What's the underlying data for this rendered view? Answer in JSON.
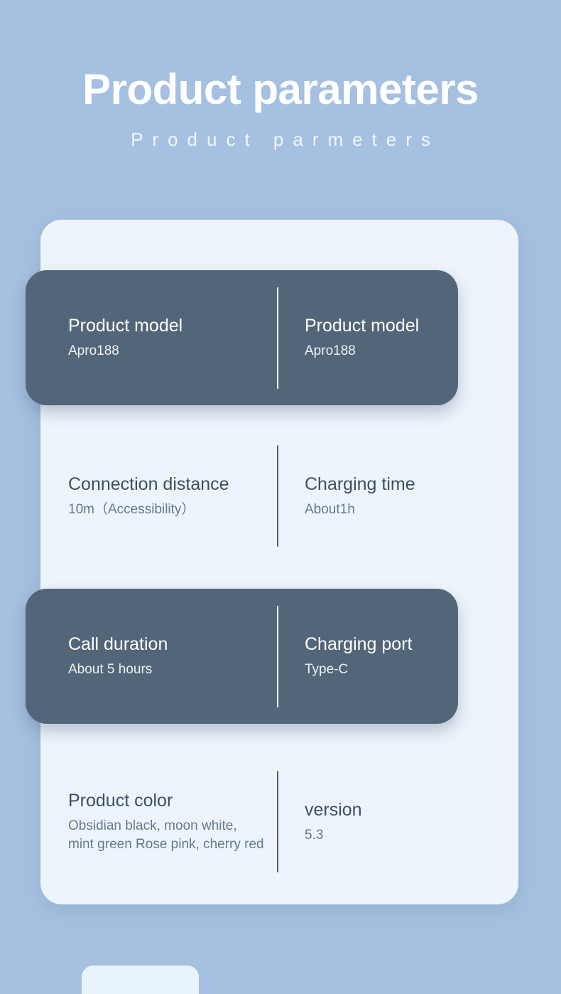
{
  "header": {
    "title": "Product parameters",
    "subtitle": "Product parmeters"
  },
  "colors": {
    "background": "#a5c0e0",
    "panel": "#eef4fb",
    "row_dark": "#536578",
    "label_dark_row": "#ffffff",
    "label_light_row": "#3d4f63",
    "value_light_row": "#63798d"
  },
  "spec_table": {
    "rows": [
      {
        "style": "dark",
        "left": {
          "label": "Product model",
          "value": "Apro188"
        },
        "right": {
          "label": "Product model",
          "value": "Apro188"
        }
      },
      {
        "style": "light",
        "left": {
          "label": "Connection distance",
          "value": "10m（Accessibility）"
        },
        "right": {
          "label": "Charging time",
          "value": "About1h"
        }
      },
      {
        "style": "dark",
        "left": {
          "label": "Call duration",
          "value": "About 5 hours"
        },
        "right": {
          "label": "Charging port",
          "value": "Type-C"
        }
      },
      {
        "style": "light",
        "left": {
          "label": "Product color",
          "value": "Obsidian black, moon white, mint green Rose pink, cherry red"
        },
        "right": {
          "label": "version",
          "value": "5.3"
        }
      }
    ]
  }
}
